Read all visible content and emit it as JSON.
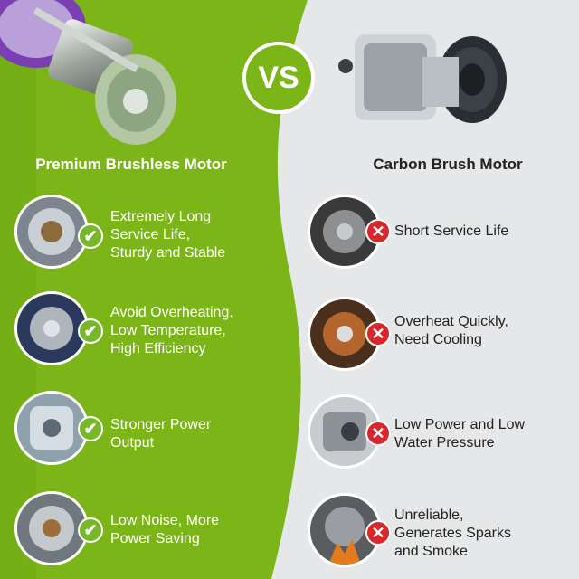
{
  "vs_label": "VS",
  "colors": {
    "green": "#7cb518",
    "green_dark": "#5f9a12",
    "grey": "#e6e7e8",
    "check": "#76b82a",
    "cross": "#d9262a"
  },
  "left": {
    "title": "Premium Brushless Motor",
    "features": [
      {
        "text": "Extremely Long\nService Life,\nSturdy and Stable",
        "icon": "check-icon"
      },
      {
        "text": "Avoid Overheating,\nLow Temperature,\nHigh Efficiency",
        "icon": "check-icon"
      },
      {
        "text": "Stronger Power\nOutput",
        "icon": "check-icon"
      },
      {
        "text": "Low Noise, More\nPower Saving",
        "icon": "check-icon"
      }
    ]
  },
  "right": {
    "title": "Carbon Brush Motor",
    "features": [
      {
        "text": "Short Service Life",
        "icon": "cross-icon"
      },
      {
        "text": "Overheat Quickly,\nNeed Cooling",
        "icon": "cross-icon"
      },
      {
        "text": "Low Power and Low\nWater Pressure",
        "icon": "cross-icon"
      },
      {
        "text": "Unreliable,\nGenerates Sparks\nand Smoke",
        "icon": "cross-icon"
      }
    ]
  },
  "glyphs": {
    "check": "✔",
    "cross": "✕"
  }
}
